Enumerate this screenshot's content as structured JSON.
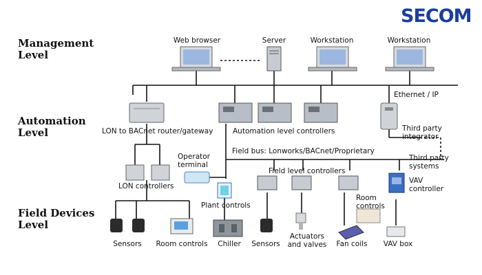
{
  "brand": {
    "logo_text": "SECOM",
    "color": "#1b3e9e"
  },
  "levels": {
    "management": "Management\nLevel",
    "automation": "Automation\nLevel",
    "field": "Field Devices\nLevel"
  },
  "nodes": {
    "web_browser": "Web browser",
    "server": "Server",
    "workstation_1": "Workstation",
    "workstation_2": "Workstation",
    "ethernet": "Ethernet / IP",
    "lon_router": "LON to BACnet router/gateway",
    "automation_controllers": "Automation level controllers",
    "third_party_integrator": "Third party\nintegrator",
    "third_party_systems": "Third party\nsystems",
    "field_bus": "Field bus: Lonworks/BACnet/Proprietary",
    "operator_terminal": "Operator\nterminal",
    "field_controllers": "Field level controllers",
    "lon_controllers": "LON controllers",
    "vav_controller": "VAV\ncontroller",
    "plant_controls": "Plant controls",
    "room_controls_field": "Room\ncontrols",
    "sensors_1": "Sensors",
    "room_controls": "Room controls",
    "chiller": "Chiller",
    "sensors_2": "Sensors",
    "actuators": "Actuators\nand valves",
    "fan_coils": "Fan coils",
    "vav_box": "VAV box"
  },
  "colors": {
    "line": "#111111",
    "device_gray": "#c8ccd2",
    "screen_blue": "#9bb7e0",
    "accent_blue": "#2f6fc7"
  }
}
